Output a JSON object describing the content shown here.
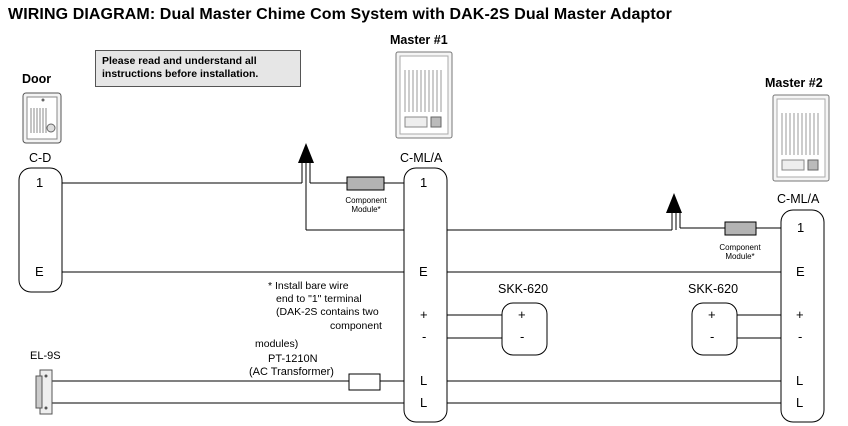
{
  "title": "WIRING DIAGRAM: Dual Master Chime Com System with DAK-2S Dual Master Adaptor",
  "note": {
    "line1": "Please read and understand all",
    "line2": "instructions before installation."
  },
  "door": {
    "header": "Door",
    "model": "C-D",
    "terminals": [
      "1",
      "E"
    ]
  },
  "master1": {
    "header": "Master #1",
    "model": "C-ML/A",
    "terminals": [
      "1",
      "E",
      "+",
      "-",
      "L",
      "L"
    ]
  },
  "master2": {
    "header": "Master #2",
    "model": "C-ML/A",
    "terminals": [
      "1",
      "E",
      "+",
      "-",
      "L",
      "L"
    ]
  },
  "skk_left": {
    "model": "SKK-620",
    "terminals": [
      "+",
      "-"
    ]
  },
  "skk_right": {
    "model": "SKK-620",
    "terminals": [
      "+",
      "-"
    ]
  },
  "component_module": {
    "line1": "Component",
    "line2": "Module*"
  },
  "footnote": {
    "line1": "* Install bare wire",
    "line2": "end to \"1\" terminal",
    "line3": "(DAK-2S contains two",
    "line4": "component",
    "line5": "modules)"
  },
  "transformer": {
    "model": "PT-1210N",
    "desc": "(AC Transformer)"
  },
  "strike": {
    "model": "EL-9S"
  }
}
